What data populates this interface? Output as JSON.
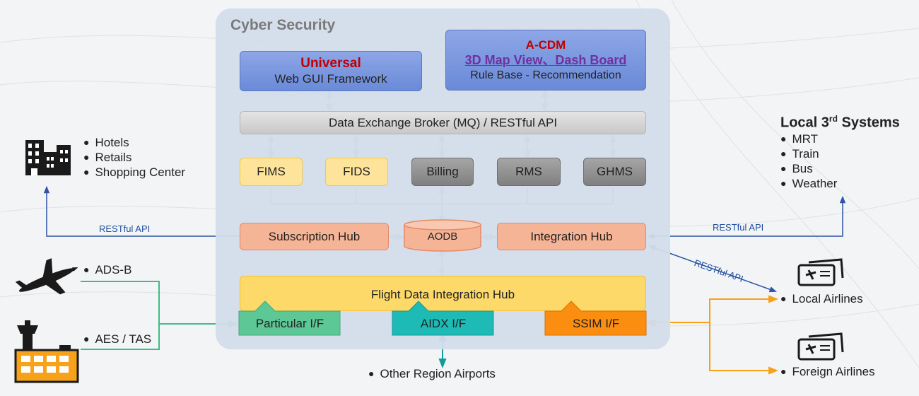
{
  "panel": {
    "title": "Cyber Security"
  },
  "universal": {
    "title": "Universal",
    "subtitle": "Web GUI Framework"
  },
  "acdm": {
    "title": "A-CDM",
    "subtitle": "3D Map View、Dash Board",
    "line3": "Rule Base - Recommendation"
  },
  "broker": {
    "label": "Data Exchange Broker (MQ) / RESTful API"
  },
  "modules": {
    "fims": "FIMS",
    "fids": "FIDS",
    "billing": "Billing",
    "rms": "RMS",
    "ghms": "GHMS"
  },
  "hubs": {
    "subscription": "Subscription Hub",
    "aodb": "AODB",
    "integration": "Integration Hub"
  },
  "flight_hub": {
    "label": "Flight Data Integration Hub"
  },
  "interfaces": {
    "particular": "Particular I/F",
    "aidx": "AIDX I/F",
    "ssim": "SSIM I/F"
  },
  "left_services": [
    "Hotels",
    "Retails",
    "Shopping Center"
  ],
  "left_feeds": {
    "adsb": "ADS-B",
    "aes": "AES / TAS"
  },
  "local_systems": {
    "title": "Local 3",
    "title_sup": "rd",
    "title_tail": " Systems",
    "items": [
      "MRT",
      "Train",
      "Bus",
      "Weather"
    ]
  },
  "api_labels": {
    "left": "RESTful API",
    "right": "RESTful API",
    "diagonal": "RESTful API"
  },
  "airlines": {
    "local": "Local Airlines",
    "foreign": "Foreign Airlines"
  },
  "other_airports": "Other Region Airports",
  "colors": {
    "universal_red": "#c00000",
    "acdm_red": "#c00000",
    "dashboard_purple": "#7030a0",
    "api_blue": "#2f55a4",
    "green_line": "#3dbd86",
    "orange_line": "#f7a11a"
  }
}
